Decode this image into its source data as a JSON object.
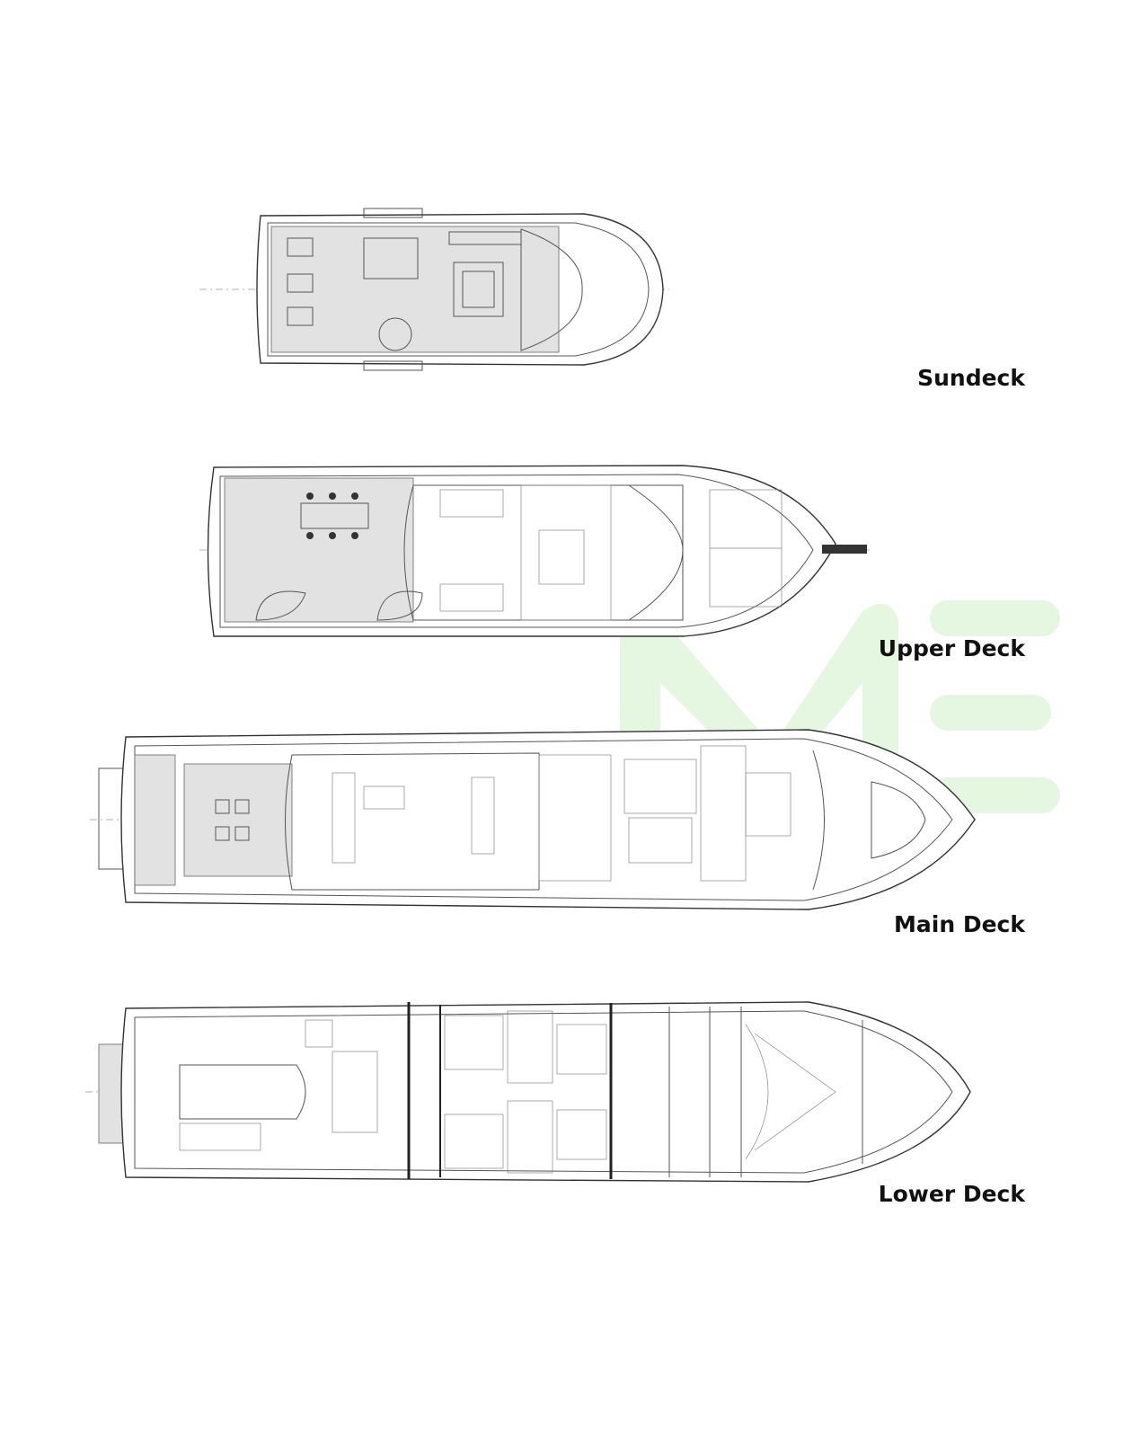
{
  "decks": [
    {
      "id": "sundeck",
      "label": "Sundeck"
    },
    {
      "id": "upper-deck",
      "label": "Upper Deck"
    },
    {
      "id": "main-deck",
      "label": "Main Deck"
    },
    {
      "id": "lower-deck",
      "label": "Lower Deck"
    }
  ],
  "watermark": {
    "text": "ME",
    "color": "#6fcf5a"
  }
}
